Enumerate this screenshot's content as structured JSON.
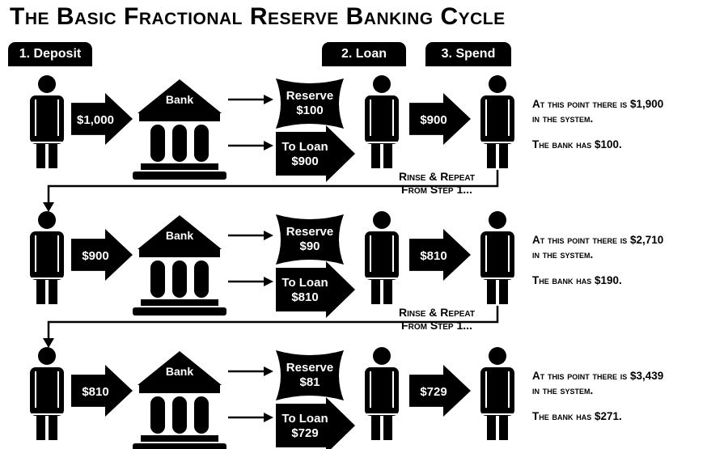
{
  "title": "The Basic Fractional Reserve Banking Cycle",
  "steps": {
    "deposit": "1. Deposit",
    "loan": "2. Loan",
    "spend": "3. Spend"
  },
  "bank_label": "Bank",
  "reserve_label": "Reserve",
  "loan_label": "To Loan",
  "rinse": {
    "line1": "Rinse & Repeat",
    "line2": "From Step 1..."
  },
  "rows": [
    {
      "deposit": "$1,000",
      "reserve": "$100",
      "to_loan": "$900",
      "spend": "$900",
      "info_line1": "At this point there is $1,900",
      "info_line2": "in the system.",
      "bank_has": "The bank has $100."
    },
    {
      "deposit": "$900",
      "reserve": "$90",
      "to_loan": "$810",
      "spend": "$810",
      "info_line1": "At this point there is $2,710",
      "info_line2": "in the system.",
      "bank_has": "The bank has $190."
    },
    {
      "deposit": "$810",
      "reserve": "$81",
      "to_loan": "$729",
      "spend": "$729",
      "info_line1": "At this point there is $3,439",
      "info_line2": "in the system.",
      "bank_has": "The bank has $271."
    }
  ]
}
